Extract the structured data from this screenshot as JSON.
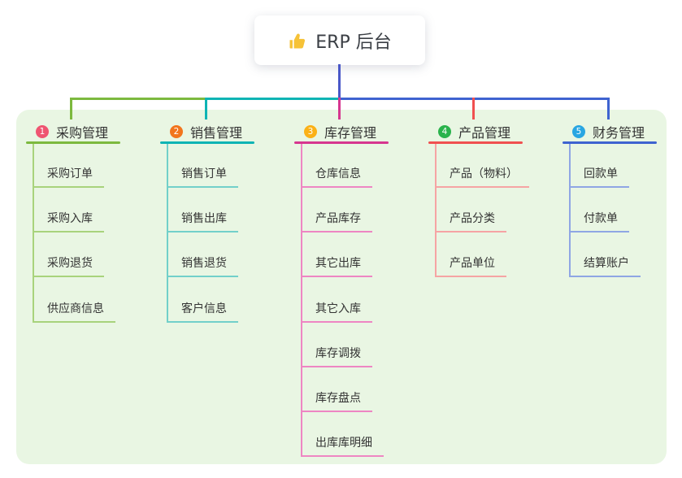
{
  "root": {
    "title": "ERP 后台",
    "icon": "thumbs-up-icon",
    "icon_color": "#f6c237"
  },
  "colors": {
    "canvas_bg": "#ffffff",
    "panel_bg": "#e9f6e3",
    "root_connector": "#4a58c8",
    "text": "#333333",
    "root_text": "#3b3f45"
  },
  "branches": [
    {
      "index": "1",
      "label": "采购管理",
      "badge_color": "#ef5571",
      "line_color": "#7cb93e",
      "light_color": "#a8d37c",
      "children": [
        "采购订单",
        "采购入库",
        "采购退货",
        "供应商信息"
      ]
    },
    {
      "index": "2",
      "label": "销售管理",
      "badge_color": "#f2751d",
      "line_color": "#0db4b4",
      "light_color": "#72d0ca",
      "children": [
        "销售订单",
        "销售出库",
        "销售退货",
        "客户信息"
      ]
    },
    {
      "index": "3",
      "label": "库存管理",
      "badge_color": "#fbb117",
      "line_color": "#d6368f",
      "light_color": "#ee86c3",
      "children": [
        "仓库信息",
        "产品库存",
        "其它出库",
        "其它入库",
        "库存调拨",
        "库存盘点",
        "出库库明细"
      ]
    },
    {
      "index": "4",
      "label": "产品管理",
      "badge_color": "#2ab34c",
      "line_color": "#f05050",
      "light_color": "#f6a4a4",
      "children": [
        "产品（物料）",
        "产品分类",
        "产品单位"
      ]
    },
    {
      "index": "5",
      "label": "财务管理",
      "badge_color": "#29a6e2",
      "line_color": "#3e63d0",
      "light_color": "#8fa6e4",
      "children": [
        "回款单",
        "付款单",
        "结算账户"
      ]
    }
  ]
}
